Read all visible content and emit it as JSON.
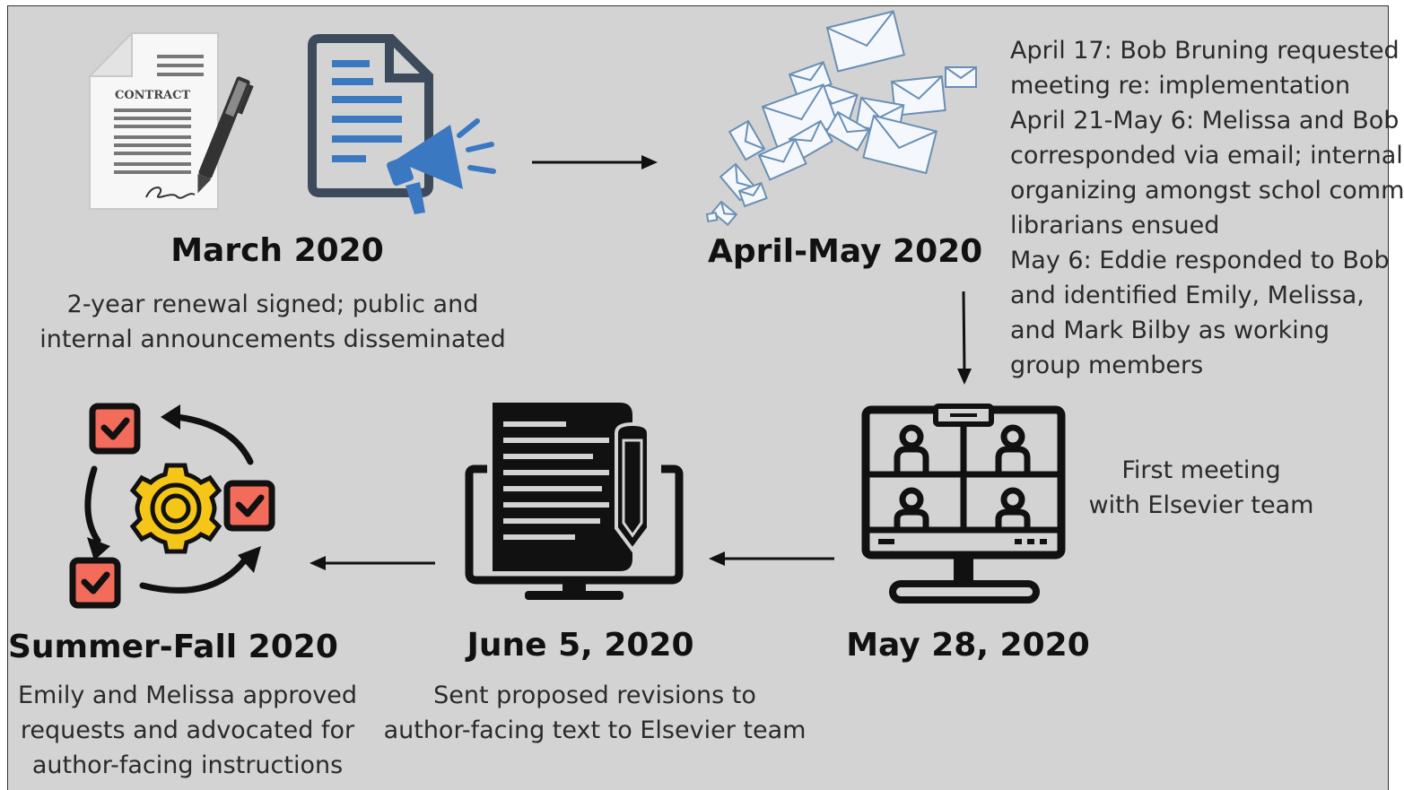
{
  "stages": {
    "march": {
      "title": "March 2020",
      "desc": [
        "2-year renewal signed; public and",
        "internal announcements disseminated"
      ],
      "icons": [
        "contract-icon",
        "document-announcement-icon"
      ],
      "contract_label": "CONTRACT"
    },
    "april_may": {
      "title": "April-May 2020",
      "icons": [
        "emails-icon"
      ],
      "notes": [
        "April 17: Bob Bruning requested",
        "meeting re: implementation",
        "April 21-May 6: Melissa and Bob",
        "corresponded via email; internal",
        "organizing amongst schol comm",
        "librarians ensued",
        "May 6: Eddie responded to Bob",
        "and identified Emily, Melissa,",
        "and Mark Bilby as working",
        "group members"
      ]
    },
    "may28": {
      "title": "May 28, 2020",
      "desc": [
        "First meeting",
        "with Elsevier team"
      ],
      "icons": [
        "video-meeting-icon"
      ]
    },
    "june5": {
      "title": "June 5, 2020",
      "desc": [
        "Sent proposed revisions to",
        "author-facing text to Elsevier team"
      ],
      "icons": [
        "document-edit-monitor-icon"
      ]
    },
    "summer_fall": {
      "title": "Summer-Fall 2020",
      "desc": [
        "Emily and Melissa approved",
        "requests and advocated for",
        "author-facing instructions"
      ],
      "icons": [
        "workflow-cycle-icon"
      ]
    }
  },
  "colors": {
    "background": "#d3d3d3",
    "doc_blue": "#3a78c2",
    "doc_navy": "#3c4a5c",
    "envelope_stroke": "#6a8fb5",
    "check_red": "#f26b5b",
    "gear_yellow": "#f5c518"
  }
}
